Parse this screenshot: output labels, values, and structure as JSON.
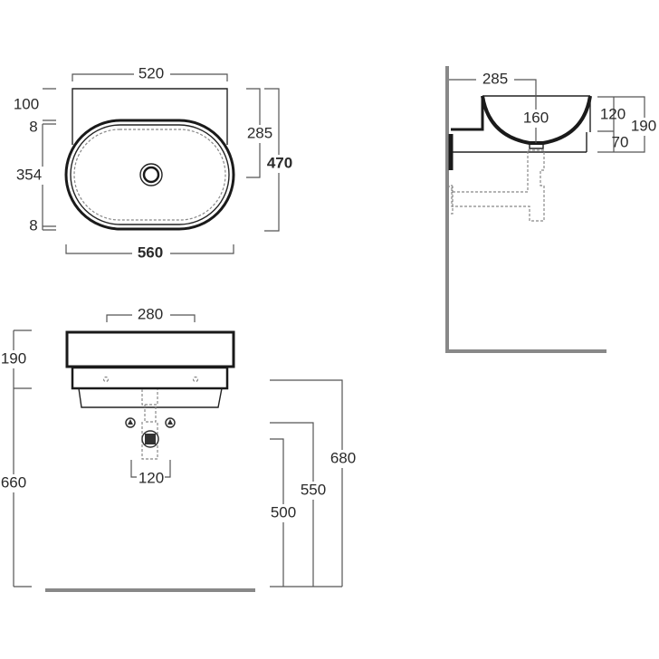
{
  "top_view": {
    "width_top": "520",
    "width_overall": "560",
    "depth_back": "100",
    "rim_top": "8",
    "bowl_depth": "354",
    "rim_bottom": "8",
    "drain_offset": "285",
    "depth_overall": "470"
  },
  "side_view": {
    "wall_to_drain": "285",
    "bowl_inner_depth": "160",
    "upper_height": "120",
    "lower_height": "70",
    "total_height": "190"
  },
  "front_view": {
    "fixing_spacing": "280",
    "basin_height": "190",
    "mount_height": "660",
    "pipe_spacing": "120",
    "height_680": "680",
    "height_550": "550",
    "height_500": "500"
  }
}
